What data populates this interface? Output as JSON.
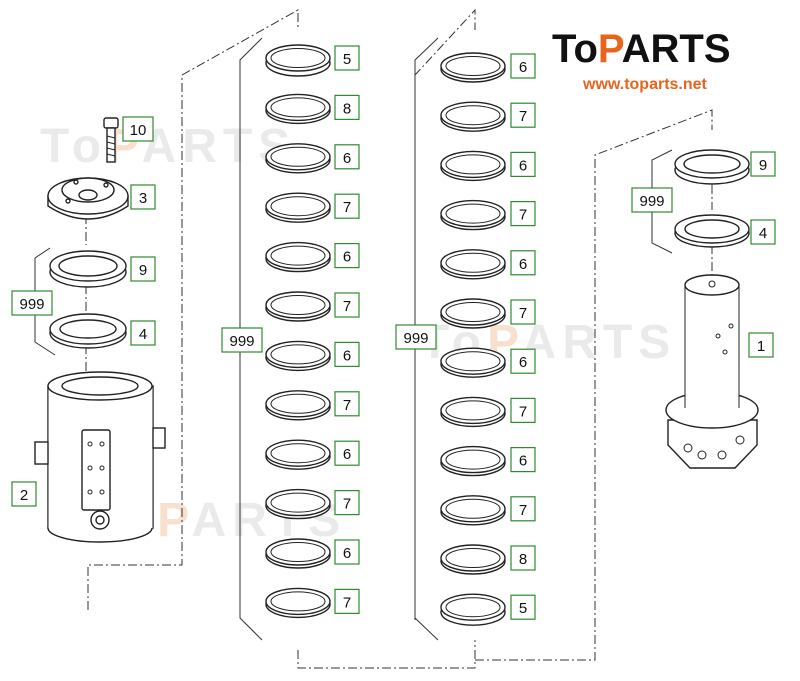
{
  "brand": {
    "logo_text_1": "To",
    "logo_text_2": "P",
    "logo_text_3": "ARTS",
    "url": "www.toparts.net",
    "accent_color": "#e8641c",
    "watermark_text_1": "To",
    "watermark_text_2": "P",
    "watermark_text_3": "ARTS"
  },
  "callouts": {
    "left": {
      "bolt": "10",
      "cap": "3",
      "seal_top": "9",
      "group": "999",
      "seal_bottom": "4",
      "housing": "2"
    },
    "stack1": {
      "group": "999",
      "items": [
        "5",
        "8",
        "6",
        "7",
        "6",
        "7",
        "6",
        "7",
        "6",
        "7",
        "6",
        "7"
      ]
    },
    "stack2": {
      "group": "999",
      "items": [
        "6",
        "7",
        "6",
        "7",
        "6",
        "7",
        "6",
        "7",
        "6",
        "7",
        "8",
        "5"
      ]
    },
    "right": {
      "seal_top": "9",
      "group": "999",
      "seal_bottom": "4",
      "shaft": "1"
    }
  },
  "colors": {
    "callout_border": "#2e8b2e",
    "line": "#222222"
  }
}
